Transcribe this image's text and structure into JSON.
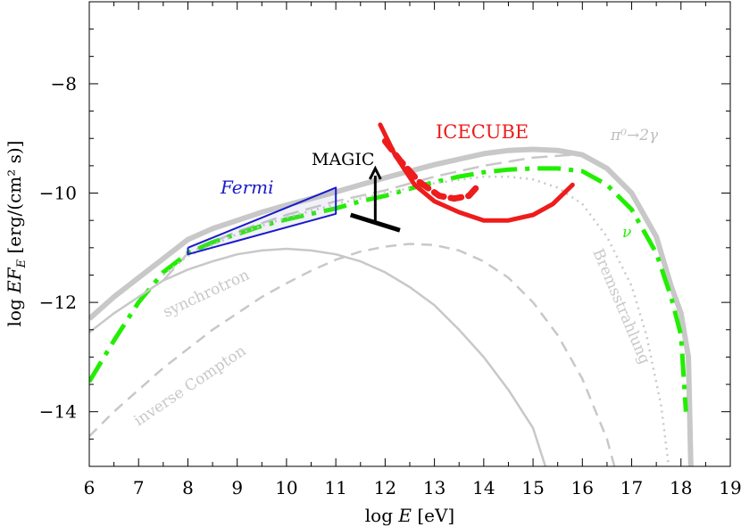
{
  "chart_data": {
    "type": "line",
    "xlabel_parts": [
      "log ",
      "E",
      " [eV]"
    ],
    "ylabel_parts": [
      "log ",
      "EF",
      "E",
      " [erg/(cm² s)]"
    ],
    "xlim": [
      6,
      19
    ],
    "ylim": [
      -15,
      -6.5
    ],
    "x_ticks": [
      6,
      7,
      8,
      9,
      10,
      11,
      12,
      13,
      14,
      15,
      16,
      17,
      18,
      19
    ],
    "y_ticks": [
      -8,
      -10,
      -12,
      -14
    ],
    "y_tick_labels": [
      "−8",
      "−10",
      "−12",
      "−14"
    ],
    "annotations": {
      "fermi": "Fermi",
      "magic": "MAGIC",
      "icecube": "ICECUBE",
      "pion": "π⁰→2γ",
      "nu": "ν",
      "synchrotron": "synchrotron",
      "inverse_compton": "inverse Compton",
      "bremsstrahlung": "Bremsstrahlung"
    },
    "colors": {
      "total": "#c8c8c8",
      "components": "#c8c8c8",
      "neutrino": "#22ee00",
      "fermi": "#1a1acc",
      "icecube": "#ee1c1c",
      "magic": "#000000"
    },
    "series": [
      {
        "id": "total",
        "x": [
          6,
          6.5,
          7,
          7.5,
          8,
          8.5,
          9,
          9.5,
          10,
          10.5,
          11,
          11.5,
          12,
          12.5,
          13,
          13.5,
          14,
          14.5,
          15,
          15.5,
          16,
          16.5,
          17,
          17.5,
          17.8,
          18,
          18.15,
          18.2
        ],
        "y": [
          -12.3,
          -11.9,
          -11.55,
          -11.2,
          -10.85,
          -10.65,
          -10.5,
          -10.35,
          -10.22,
          -10.1,
          -9.98,
          -9.85,
          -9.72,
          -9.6,
          -9.48,
          -9.38,
          -9.28,
          -9.22,
          -9.2,
          -9.22,
          -9.3,
          -9.55,
          -10.0,
          -10.8,
          -11.7,
          -12.2,
          -13.0,
          -15
        ]
      },
      {
        "id": "pion",
        "x": [
          7.5,
          8,
          9,
          10,
          11,
          12,
          13,
          14,
          15,
          15.5,
          15.8,
          16
        ],
        "y": [
          -11.6,
          -11.1,
          -10.7,
          -10.4,
          -10.15,
          -9.95,
          -9.7,
          -9.5,
          -9.35,
          -9.32,
          -9.3,
          -9.32
        ]
      },
      {
        "id": "neutrino",
        "x": [
          6,
          6.5,
          7,
          7.5,
          8,
          8.5,
          9,
          9.5,
          10,
          10.5,
          11,
          11.5,
          12,
          12.5,
          13,
          13.5,
          14,
          14.5,
          15,
          15.5,
          16,
          16.5,
          17,
          17.5,
          17.8,
          18,
          18.1
        ],
        "y": [
          -13.45,
          -12.7,
          -12.0,
          -11.45,
          -11.1,
          -10.9,
          -10.75,
          -10.6,
          -10.48,
          -10.38,
          -10.28,
          -10.15,
          -10.05,
          -9.92,
          -9.8,
          -9.7,
          -9.62,
          -9.57,
          -9.55,
          -9.55,
          -9.6,
          -9.85,
          -10.3,
          -11.1,
          -11.9,
          -12.6,
          -14.0
        ]
      },
      {
        "id": "synchrotron",
        "x": [
          6,
          6.5,
          7,
          7.5,
          8,
          8.5,
          9,
          9.5,
          10,
          10.5,
          11,
          11.5,
          12,
          12.5,
          13,
          13.5,
          14,
          14.5,
          15,
          15.25
        ],
        "y": [
          -12.55,
          -12.2,
          -11.9,
          -11.6,
          -11.4,
          -11.25,
          -11.12,
          -11.05,
          -11.02,
          -11.05,
          -11.12,
          -11.25,
          -11.45,
          -11.72,
          -12.05,
          -12.5,
          -13.0,
          -13.6,
          -14.3,
          -15
        ]
      },
      {
        "id": "inverse_compton",
        "x": [
          6,
          6.5,
          7,
          7.5,
          8,
          8.5,
          9,
          9.5,
          10,
          10.5,
          11,
          11.5,
          12,
          12.5,
          13,
          13.5,
          14,
          14.5,
          15,
          15.5,
          16,
          16.5,
          16.65
        ],
        "y": [
          -14.45,
          -14.0,
          -13.6,
          -13.2,
          -12.85,
          -12.5,
          -12.2,
          -11.9,
          -11.65,
          -11.42,
          -11.22,
          -11.07,
          -10.98,
          -10.93,
          -10.95,
          -11.05,
          -11.25,
          -11.55,
          -12.0,
          -12.6,
          -13.4,
          -14.5,
          -15
        ]
      },
      {
        "id": "bremsstrahlung",
        "x": [
          7.5,
          8,
          9,
          10,
          11,
          12,
          13,
          14,
          14.5,
          15,
          15.5,
          16,
          16.5,
          17,
          17.3,
          17.6,
          17.75
        ],
        "y": [
          -11.5,
          -11.15,
          -10.75,
          -10.45,
          -10.2,
          -10.0,
          -9.82,
          -9.7,
          -9.7,
          -9.75,
          -9.9,
          -10.2,
          -10.8,
          -11.7,
          -12.6,
          -13.9,
          -15
        ]
      },
      {
        "id": "icecube_solid",
        "x": [
          11.9,
          12.2,
          12.6,
          13,
          13.5,
          14,
          14.5,
          15,
          15.4,
          15.8
        ],
        "y": [
          -8.75,
          -9.3,
          -9.85,
          -10.15,
          -10.35,
          -10.5,
          -10.5,
          -10.4,
          -10.2,
          -9.85
        ]
      },
      {
        "id": "icecube_dotted",
        "x": [
          12.0,
          12.3,
          12.7,
          13.1,
          13.4,
          13.7,
          13.9
        ],
        "y": [
          -9.05,
          -9.4,
          -9.8,
          -10.05,
          -10.1,
          -10.05,
          -9.85
        ]
      },
      {
        "id": "fermi_bowtie",
        "x": [
          8,
          11,
          11,
          8,
          8
        ],
        "y": [
          -11.0,
          -9.9,
          -10.38,
          -11.12,
          -11.0
        ]
      },
      {
        "id": "magic_limit",
        "x": [
          11.3,
          12.3
        ],
        "y": [
          -10.4,
          -10.68
        ],
        "arrow": {
          "x": 11.8,
          "from_y": -10.55,
          "to_y": -9.55
        }
      }
    ]
  }
}
